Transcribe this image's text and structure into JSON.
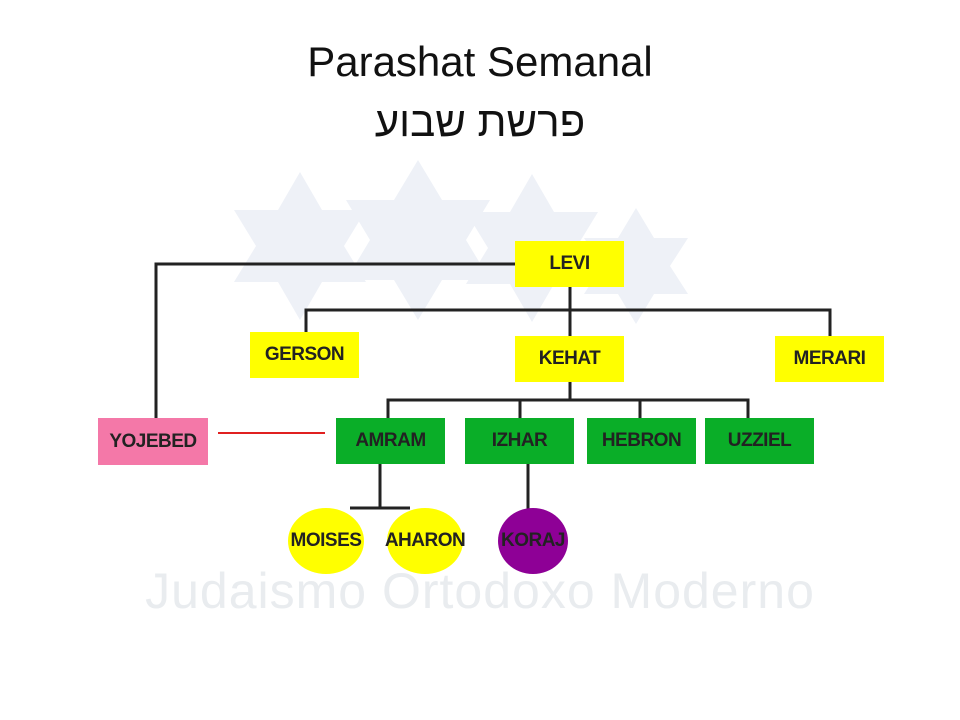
{
  "title": {
    "line1": "Parashat Semanal",
    "line2": "פרשת שבוע"
  },
  "watermark": "Judaismo Ortodoxo Moderno",
  "colors": {
    "yellow": "#ffff00",
    "green": "#0aae28",
    "pink": "#f478a8",
    "purple": "#8e0096",
    "connector": "#222222",
    "marriage_line": "#e02020"
  },
  "nodes": {
    "levi": "LEVI",
    "gerson": "GERSON",
    "kehat": "KEHAT",
    "merari": "MERARI",
    "yojebed": "YOJEBED",
    "amram": "AMRAM",
    "izhar": "IZHAR",
    "hebron": "HEBRON",
    "uzziel": "UZZIEL",
    "moises": "MOISES",
    "aharon": "AHARON",
    "koraj": "KORAJ"
  }
}
